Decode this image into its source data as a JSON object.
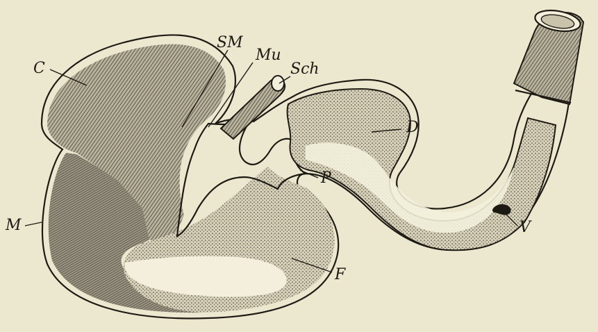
{
  "figure": {
    "labels": {
      "C": "C",
      "SM": "SM",
      "Mu": "Mu",
      "Sch": "Sch",
      "D": "D",
      "P": "P",
      "M": "M",
      "V": "V",
      "F": "F"
    },
    "colors": {
      "background": "#ece7cf",
      "ink": "#1d1a14",
      "shade": "#7d7766",
      "light": "#f3efdc"
    }
  }
}
